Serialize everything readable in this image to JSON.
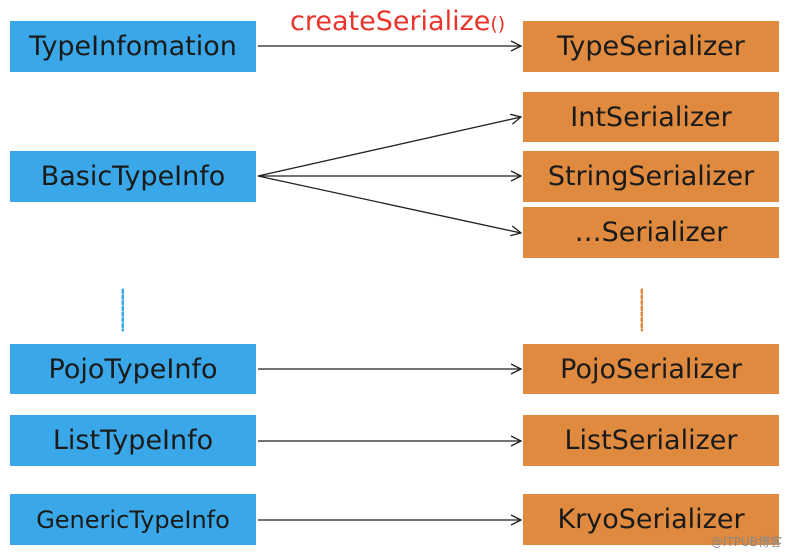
{
  "left_boxes": [
    {
      "label": "TypeInfomation"
    },
    {
      "label": "BasicTypeInfo"
    },
    {
      "label": "PojoTypeInfo"
    },
    {
      "label": "ListTypeInfo"
    },
    {
      "label": "GenericTypeInfo"
    }
  ],
  "right_boxes": [
    {
      "label": "TypeSerializer"
    },
    {
      "label": "IntSerializer"
    },
    {
      "label": "StringSerializer"
    },
    {
      "label": "…Serializer"
    },
    {
      "label": "PojoSerializer"
    },
    {
      "label": "ListSerializer"
    },
    {
      "label": "KryoSerializer"
    }
  ],
  "edge_label": {
    "main": "createSerialize",
    "parens": "()"
  },
  "watermark": "@ITPUB博客",
  "colors": {
    "left": "#3aa8e8",
    "right": "#e08a40",
    "edge_label": "#e8342a",
    "arrow": "#222222"
  }
}
